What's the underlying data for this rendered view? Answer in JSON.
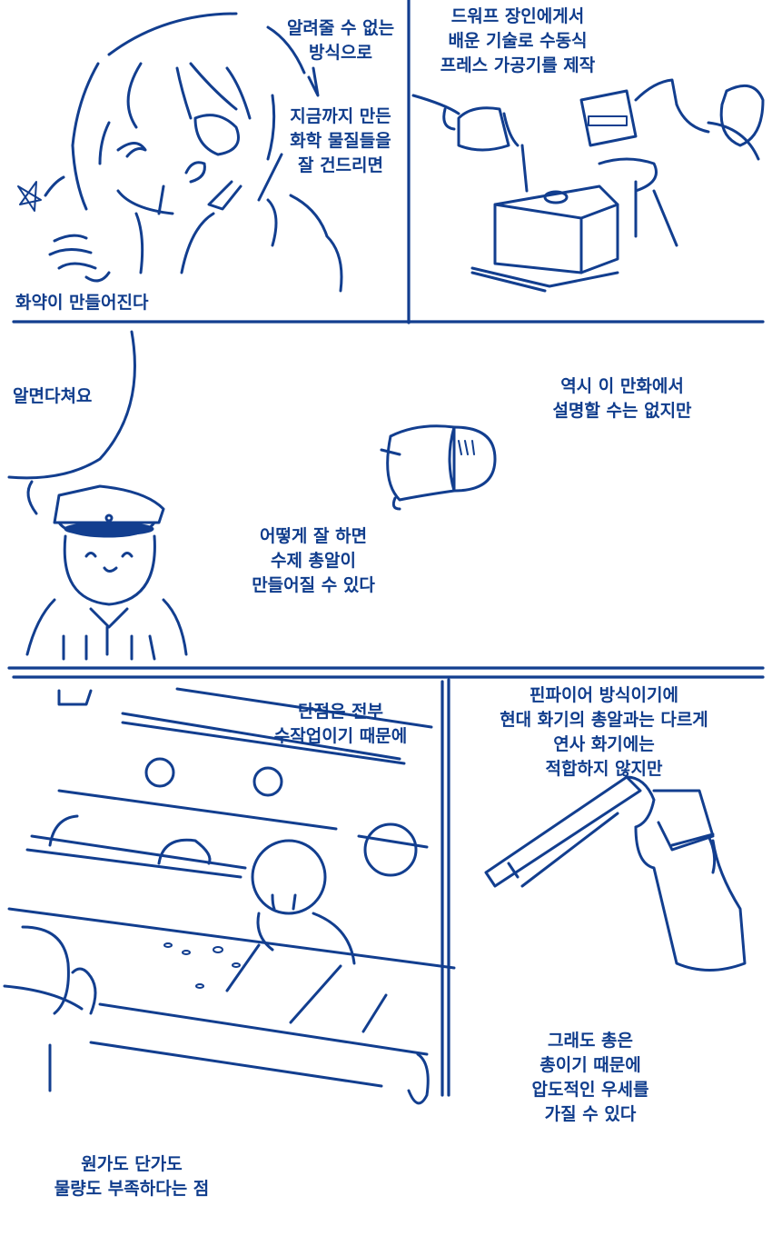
{
  "comic": {
    "ink_color": "#123e8f",
    "background_color": "#ffffff",
    "panels": [
      {
        "id": "panel-1",
        "description": "girl winking explaining",
        "captions": [
          {
            "lines": [
              "알려줄 수 없는",
              "방식으로"
            ]
          },
          {
            "lines": [
              "지금까지 만든",
              "화학 물질들을",
              "잘 건드리면"
            ]
          },
          {
            "lines": [
              "화약이 만들어진다"
            ]
          }
        ]
      },
      {
        "id": "panel-2",
        "description": "dwarf craftsman building a press machine",
        "captions": [
          {
            "lines": [
              "드워프 장인에게서",
              "배운 기술로 수동식",
              "프레스 가공기를 제작"
            ]
          }
        ]
      },
      {
        "id": "panel-3",
        "description": "police officer and handmade bullet",
        "speech_bubble": {
          "text": "알면다쳐요"
        },
        "captions": [
          {
            "lines": [
              "역시 이 만화에서",
              "설명할 수는 없지만"
            ]
          },
          {
            "lines": [
              "어떻게 잘 하면",
              "수제 총알이",
              "만들어질 수 있다"
            ]
          }
        ]
      },
      {
        "id": "panel-4",
        "description": "workers making bullets by hand at long tables",
        "captions": [
          {
            "lines": [
              "단점은 전부",
              "수작업이기 때문에"
            ]
          },
          {
            "lines": [
              "원가도 단가도",
              "물량도 부족하다는 점"
            ]
          }
        ]
      },
      {
        "id": "panel-5",
        "description": "hand holding a pinfire gun",
        "captions": [
          {
            "lines": [
              "핀파이어 방식이기에",
              "현대 화기의 총알과는 다르게",
              "연사 화기에는",
              "적합하지 않지만"
            ]
          },
          {
            "lines": [
              "그래도 총은",
              "총이기 때문에",
              "압도적인 우세를",
              "가질 수 있다"
            ]
          }
        ]
      }
    ]
  }
}
